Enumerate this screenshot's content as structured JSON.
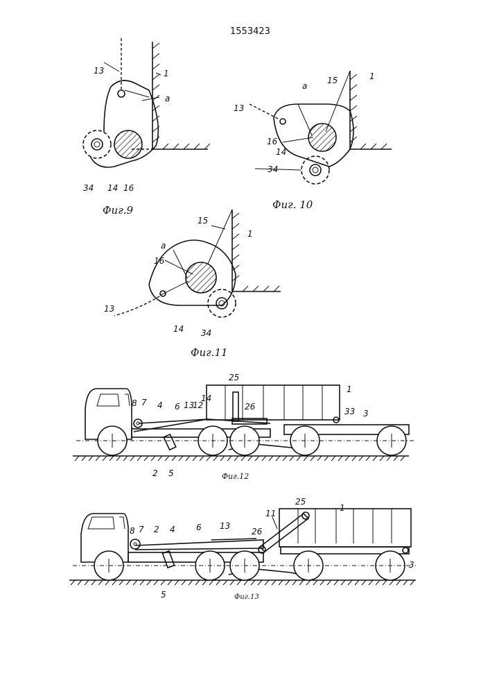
{
  "patent_number": "1553423",
  "figures": [
    {
      "caption": "Фиг.9",
      "labels": [
        "13",
        "1",
        "a",
        "34",
        "14",
        "16"
      ]
    },
    {
      "caption": "Фиг. 10",
      "labels": [
        "a",
        "15",
        "1",
        "13",
        "16",
        "14",
        "34"
      ]
    },
    {
      "caption": "Фиг.11",
      "labels": [
        "15",
        "1",
        "a",
        "16",
        "13",
        "14",
        "34"
      ]
    },
    {
      "caption": "Фиг.12",
      "labels": [
        "25",
        "1",
        "8",
        "7",
        "4",
        "6",
        "13",
        "12",
        "14",
        "26",
        "33",
        "3",
        "2",
        "5"
      ]
    },
    {
      "caption": "Фиг.13",
      "labels": [
        "25",
        "1",
        "11",
        "26",
        "8",
        "7",
        "2",
        "4",
        "6",
        "13",
        "3",
        "5"
      ]
    }
  ]
}
